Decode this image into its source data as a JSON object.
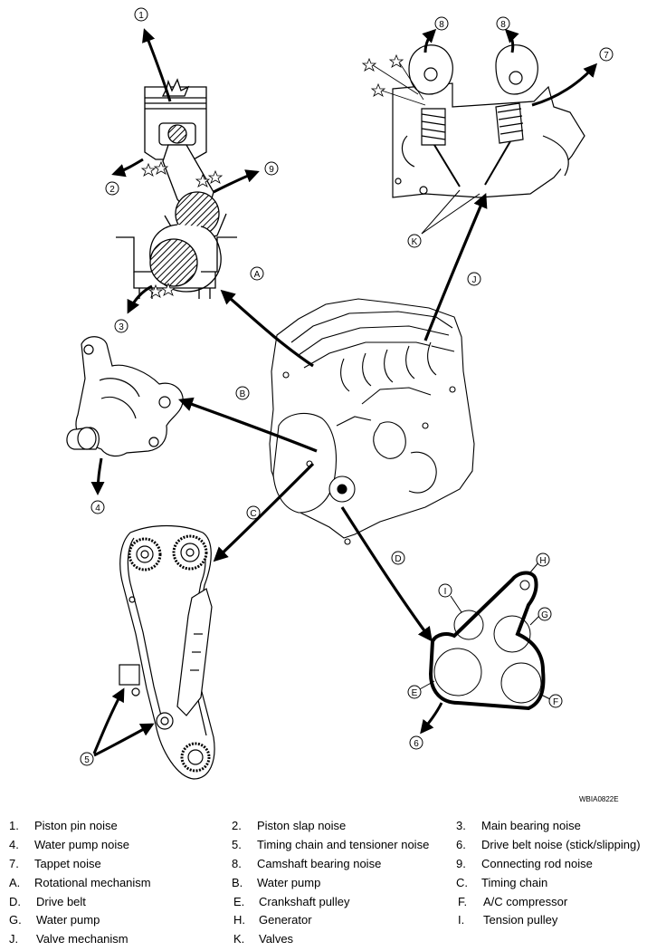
{
  "figure_code": "WBIA0822E",
  "callouts": {
    "n1": "1",
    "n2": "2",
    "n3": "3",
    "n4": "4",
    "n5": "5",
    "n6": "6",
    "n7": "7",
    "n8a": "8",
    "n8b": "8",
    "n9": "9",
    "A": "A",
    "B": "B",
    "C": "C",
    "D": "D",
    "E": "E",
    "F": "F",
    "G": "G",
    "H": "H",
    "I": "I",
    "J": "J",
    "K": "K"
  },
  "legend": [
    {
      "key": "1.",
      "text": "Piston pin noise"
    },
    {
      "key": "2.",
      "text": "Piston slap noise"
    },
    {
      "key": "3.",
      "text": "Main bearing noise"
    },
    {
      "key": "4.",
      "text": "Water pump noise"
    },
    {
      "key": "5.",
      "text": "Timing chain and tensioner noise"
    },
    {
      "key": "6.",
      "text": "Drive belt noise (stick/slipping)"
    },
    {
      "key": "7.",
      "text": "Tappet noise"
    },
    {
      "key": "8.",
      "text": "Camshaft bearing noise"
    },
    {
      "key": "9.",
      "text": "Connecting rod noise"
    },
    {
      "key": "A.",
      "text": "Rotational mechanism"
    },
    {
      "key": "B.",
      "text": "Water pump"
    },
    {
      "key": "C.",
      "text": "Timing chain"
    },
    {
      "key": "D.",
      "text": "Drive belt"
    },
    {
      "key": "E.",
      "text": "Crankshaft pulley"
    },
    {
      "key": "F.",
      "text": "A/C compressor"
    },
    {
      "key": "G.",
      "text": "Water pump"
    },
    {
      "key": "H.",
      "text": "Generator"
    },
    {
      "key": "I.",
      "text": "Tension pulley"
    },
    {
      "key": "J.",
      "text": "Valve mechanism"
    },
    {
      "key": "K.",
      "text": "Valves"
    }
  ]
}
